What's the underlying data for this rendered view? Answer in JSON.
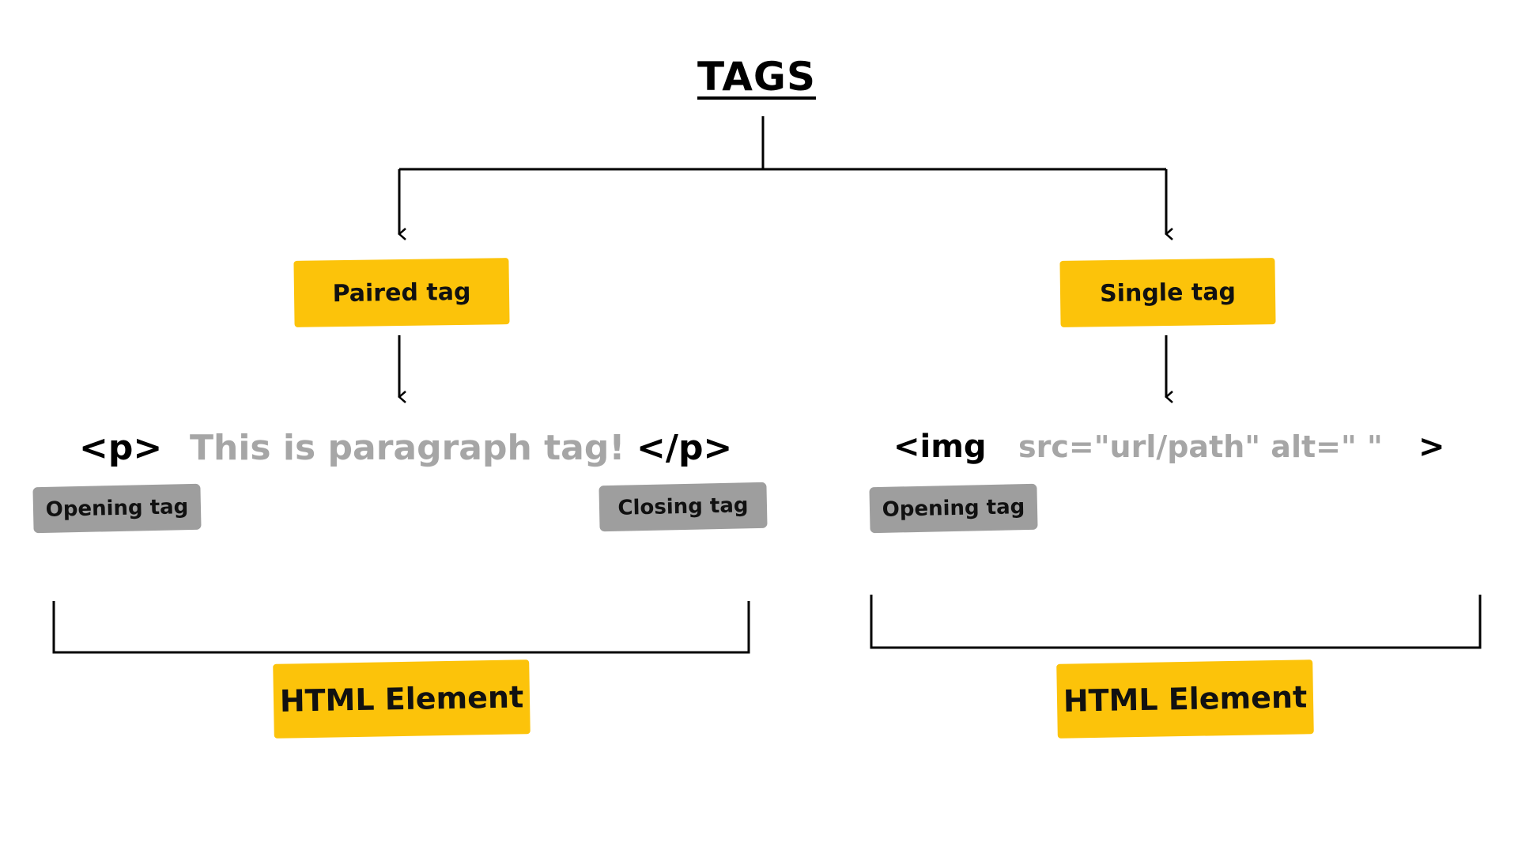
{
  "title": "TAGS",
  "branches": {
    "paired": {
      "label": "Paired tag",
      "opening": "<p>",
      "content": "This is paragraph tag!",
      "closing": "</p>",
      "opening_label": "Opening tag",
      "closing_label": "Closing tag",
      "element_label": "HTML Element"
    },
    "single": {
      "label": "Single tag",
      "opening": "<img",
      "attributes": "src=\"url/path\" alt=\" \"",
      "end": ">",
      "opening_label": "Opening tag",
      "element_label": "HTML Element"
    }
  },
  "colors": {
    "highlight": "#fcc30a",
    "chip": "#9e9e9e",
    "muted_text": "#a6a6a6",
    "ink": "#000000"
  }
}
